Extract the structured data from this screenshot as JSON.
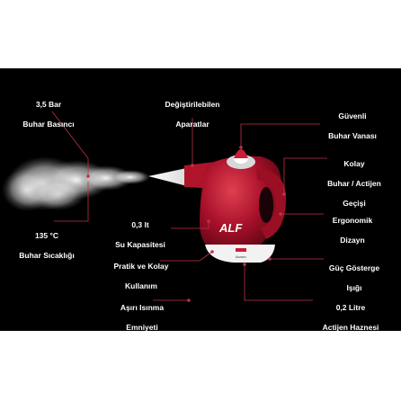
{
  "brand": "ALF",
  "device_brand_small": "Arzum",
  "colors": {
    "background": "#000000",
    "page": "#ffffff",
    "label_text": "#ffffff",
    "leader_line": "#c0324a",
    "body_red": "#b0142a",
    "body_white": "#eeeeee"
  },
  "labels": {
    "pressure": [
      "3,5 Bar",
      "Buhar Basıncı"
    ],
    "attachments": [
      "Değiştirilebilen",
      "Aparatlar"
    ],
    "safety_valve": [
      "Güvenli",
      "Buhar Vanası"
    ],
    "easy_switch": [
      "Kolay",
      "Buhar / Actijen",
      "Geçişi"
    ],
    "temperature": [
      "135 °C",
      "Buhar Sıcaklığı"
    ],
    "water_capacity": [
      "0,3 lt",
      "Su Kapasitesi"
    ],
    "ergonomic": [
      "Ergonomik",
      "Dizayn"
    ],
    "practical": [
      "Pratik ve Kolay",
      "Kullanım"
    ],
    "power_light": [
      "Güç Gösterge",
      "Işığı"
    ],
    "overheat": [
      "Aşırı Isınma",
      "Emniyeti"
    ],
    "actigen_tank": [
      "0,2 Litre",
      "Actijen Haznesi"
    ]
  }
}
